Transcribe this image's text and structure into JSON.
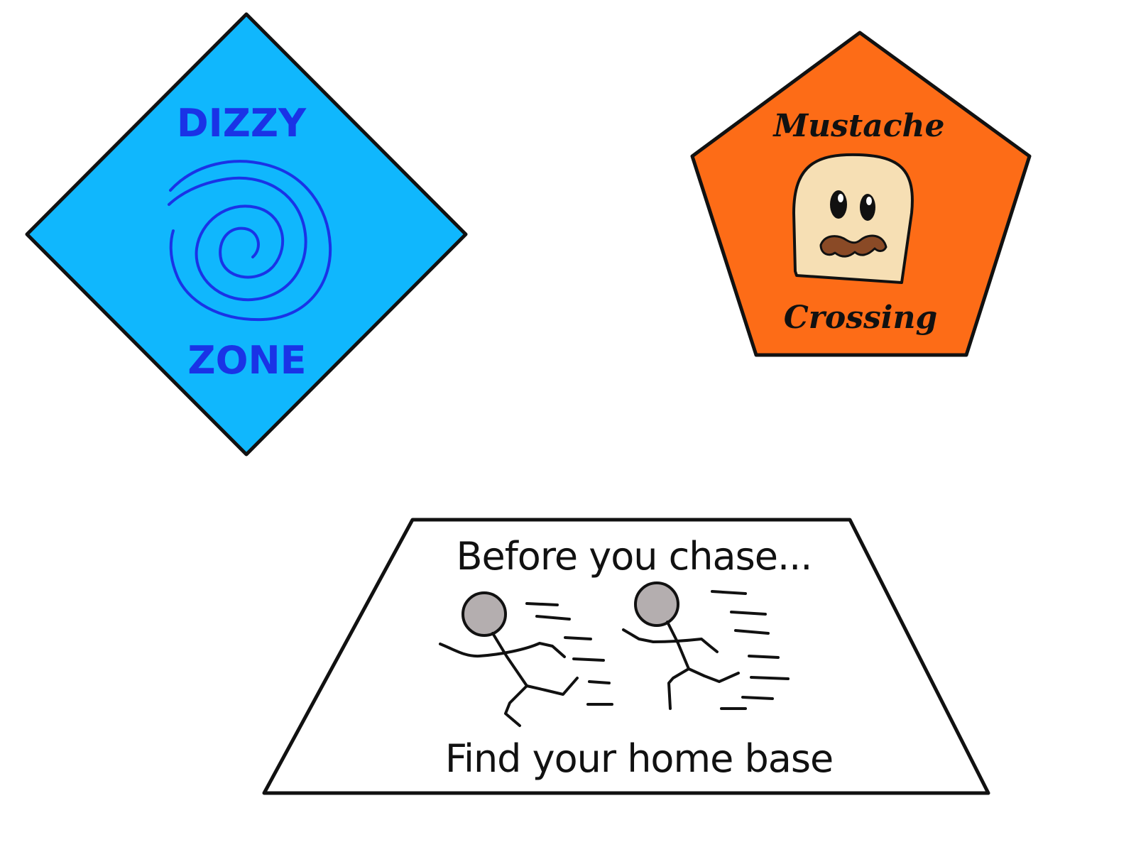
{
  "dizzy_sign": {
    "line1": "DIZZY",
    "line2": "ZONE",
    "shape": "diamond",
    "icon": "spiral-icon",
    "fill_color": "#10b7fd",
    "text_color": "#1a33e6"
  },
  "mustache_sign": {
    "line1": "Mustache",
    "line2": "Crossing",
    "shape": "pentagon",
    "icon": "mustache-face-icon",
    "fill_color": "#fd6c17",
    "text_color": "#111111",
    "mustache_color": "#8a4a26",
    "face_color": "#f6dfb4"
  },
  "home_base_mat": {
    "line1": "Before you chase...",
    "line2": "Find your home base",
    "shape": "trapezoid",
    "icon": "running-stick-figures-icon",
    "fill_color": "#ffffff",
    "head_color": "#b4aeaf"
  }
}
